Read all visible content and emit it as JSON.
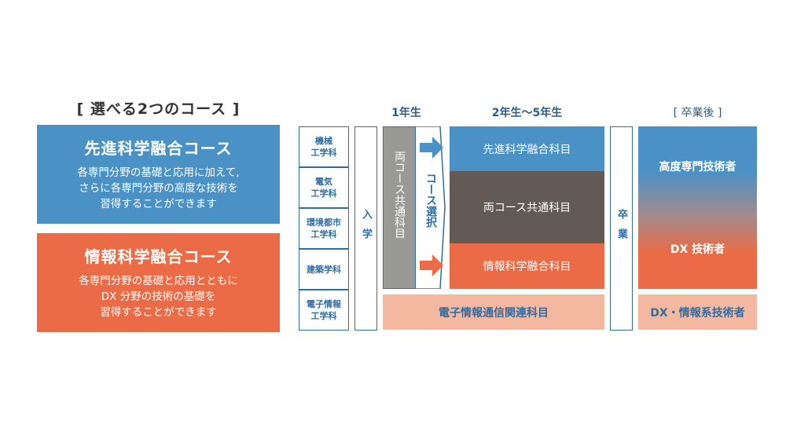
{
  "heading": "[ 選べる2つのコース ]",
  "courses": [
    {
      "name": "先進科学融合コース",
      "desc": [
        "各専門分野の基礎と応用に加えて,",
        "さらに各専門分野の高度な技術を",
        "習得することができます"
      ]
    },
    {
      "name": "情報科学融合コース",
      "desc": [
        "各専門分野の基礎と応用とともに",
        "DX 分野の技術の基礎を",
        "習得することができます"
      ]
    }
  ],
  "departments": [
    "機械\n工学科",
    "電気\n工学科",
    "環境都市\n工学科",
    "建築学科",
    "電子情報\n工学科"
  ],
  "admission": "入学",
  "year1": {
    "header": "1年生",
    "common": "両コース共通科目",
    "selection": "コース選択"
  },
  "years2to5": {
    "header": "2年生〜5年生",
    "advanced": "先進科学融合科目",
    "common": "両コース共通科目",
    "info": "情報科学融合科目",
    "ece": "電子情報通信関連科目"
  },
  "graduation": "卒業",
  "after": {
    "header": "[ 卒業後 ]",
    "top": "高度専門技術者",
    "bottom": "DX 技術者",
    "ece": "DX・情報系技術者"
  },
  "colors": {
    "blue": "#4a91c6",
    "orange": "#ea6b45",
    "dark": "#645a55",
    "gray": "#9a9a94",
    "pink": "#f4b7a0"
  }
}
